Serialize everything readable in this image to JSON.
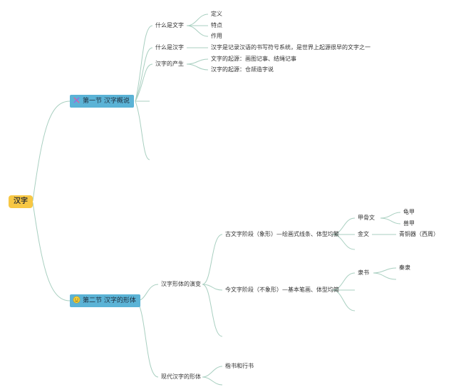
{
  "root": {
    "label": "汉字"
  },
  "section1": {
    "title": "第一节 汉字概说",
    "icon": "crossed-tools-icon",
    "topics": {
      "what_is_writing": {
        "label": "什么是文字",
        "children": [
          "定义",
          "特点",
          "作用"
        ]
      },
      "what_is_hanzi": {
        "label": "什么是汉字",
        "desc": "汉字是记录汉语的书写符号系统，是世界上起源很早的文字之一"
      },
      "origin": {
        "label": "汉字的产生",
        "children": [
          "文字的起源：画图记事、结绳记事",
          "汉字的起源：仓颉造字说"
        ]
      }
    }
  },
  "section2": {
    "title": "第二节 汉字的形体",
    "icon": "smiley-icon",
    "evolution": {
      "label": "汉字形体的演变",
      "ancient": {
        "label": "古文字阶段（象形）—绘画式线条、体型均繁",
        "oracle": {
          "label": "甲骨文",
          "children": [
            "龟甲",
            "兽甲"
          ]
        },
        "bronze": {
          "label": "金文",
          "child": "青铜器（西周）"
        }
      },
      "modern_stage": {
        "label": "今文字阶段（不象形）—基本笔画、体型均简",
        "clerical": {
          "label": "隶书",
          "child": "秦隶"
        }
      }
    },
    "modern": {
      "label": "现代汉字的形体",
      "child": "楷书和行书"
    }
  },
  "colors": {
    "line": "#a8cfc0",
    "root_bg": "#f7c744",
    "section_bg": "#5bb3d6"
  }
}
